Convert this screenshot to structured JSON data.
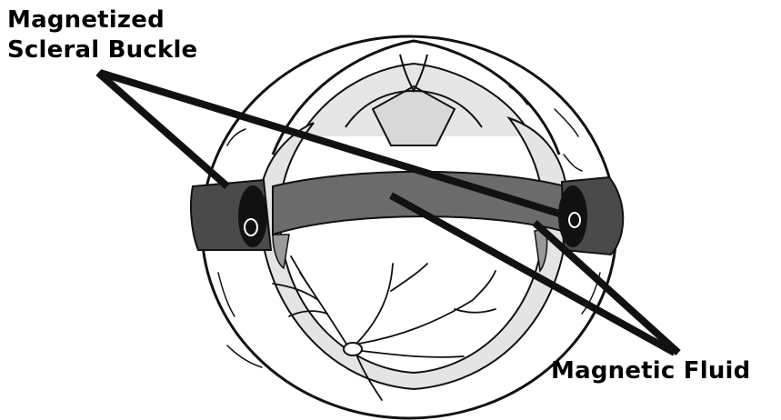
{
  "labels": {
    "buckle_line1": "Magnetized",
    "buckle_line2": "Scleral Buckle",
    "fluid": "Magnetic Fluid"
  },
  "colors": {
    "background": "#ffffff",
    "ink": "#111111",
    "buckle_band": "#6b6b6b",
    "buckle_ends": "#3a3a3a",
    "lens_gray": "#dcdcdc"
  }
}
